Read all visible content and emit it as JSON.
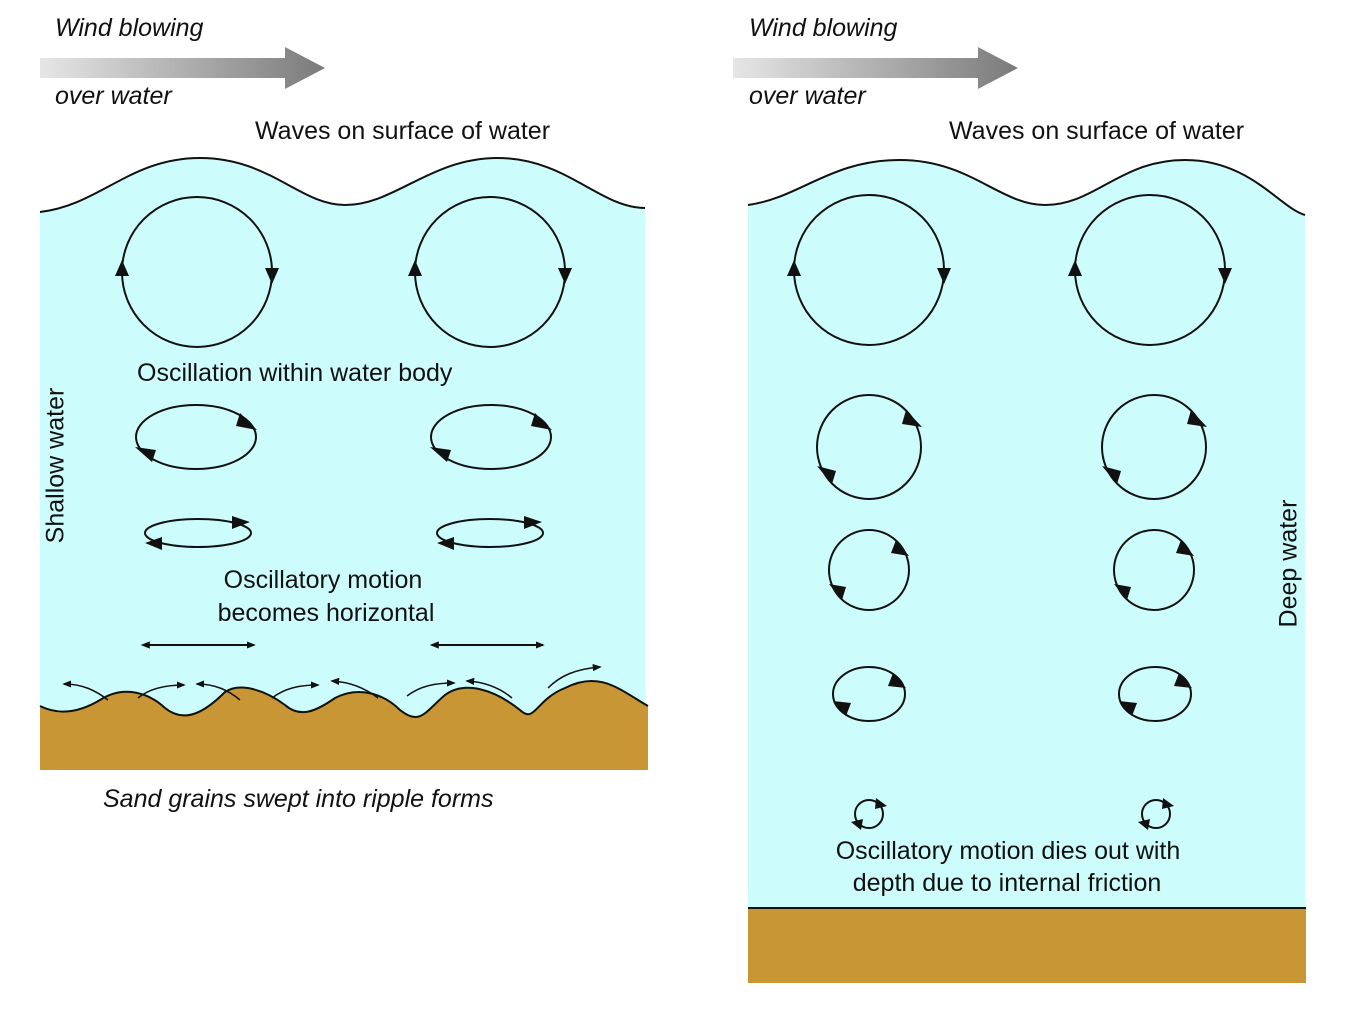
{
  "colors": {
    "water": "#cdfcfd",
    "sand": "#c99635",
    "stroke": "#111111",
    "arrow_light": "#dcdcdc",
    "arrow_dark": "#808080"
  },
  "left_panel": {
    "wind_line1": "Wind blowing",
    "wind_line2": "over water",
    "surface_label": "Waves on surface of water",
    "side_label": "Shallow water",
    "oscillation_label": "Oscillation within water body",
    "horizontal_line1": "Oscillatory motion",
    "horizontal_line2": "becomes horizontal",
    "bottom_label": "Sand grains swept into ripple forms"
  },
  "right_panel": {
    "wind_line1": "Wind blowing",
    "wind_line2": "over water",
    "surface_label": "Waves on surface of water",
    "side_label": "Deep water",
    "friction_line1": "Oscillatory motion dies out with",
    "friction_line2": "depth due to internal friction"
  }
}
